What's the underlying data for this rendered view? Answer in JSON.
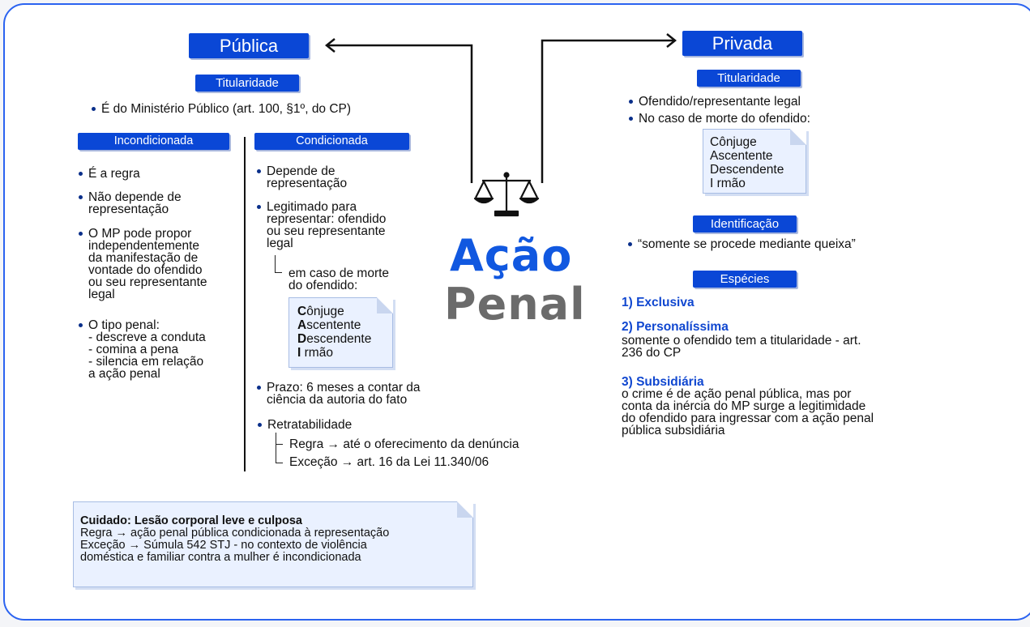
{
  "title": {
    "word1": "Ação",
    "word2": "Penal"
  },
  "publica": {
    "label": "Pública",
    "titularidade": {
      "label": "Titularidade",
      "item": "É do Ministério Público (art. 100, §1º, do CP)"
    },
    "incondicionada": {
      "label": "Incondicionada",
      "items": [
        "É a regra",
        "Não depende de\nrepresentação",
        "O MP pode propor\nindependentemente\nda manifestação de\nvontade do ofendido\nou seu representante\nlegal",
        "O tipo penal:\n- descreve a conduta\n- comina a pena\n- silencia em relação\na ação penal"
      ]
    },
    "condicionada": {
      "label": "Condicionada",
      "items": [
        "Depende de\nrepresentação",
        "Legitimado para\nrepresentar: ofendido\nou seu representante\nlegal"
      ],
      "sub_morte": "em caso de morte\ndo ofendido:",
      "cadi": [
        {
          "initial": "C",
          "rest": "ônjuge"
        },
        {
          "initial": "A",
          "rest": "scentente"
        },
        {
          "initial": "D",
          "rest": "escendente"
        },
        {
          "initial": "I",
          "rest": "rmão"
        }
      ],
      "prazo": "Prazo: 6 meses a contar da\nciência da autoria do fato",
      "retratabilidade": "Retratabilidade",
      "regra": "Regra → até o oferecimento da denúncia",
      "excecao": "Exceção → art. 16 da Lei 11.340/06"
    }
  },
  "privada": {
    "label": "Privada",
    "titularidade": {
      "label": "Titularidade",
      "items": [
        "Ofendido/representante legal",
        "No caso de morte do ofendido:"
      ],
      "cadi": [
        "Cônjuge",
        "Ascentente",
        "Descendente",
        "I rmão"
      ]
    },
    "identificacao": {
      "label": "Identificação",
      "item": "“somente se procede mediante queixa”"
    },
    "especies": {
      "label": "Espécies",
      "exclusiva": "1) Exclusiva",
      "personalissima": "2) Personalíssima",
      "personalissima_text": "somente o ofendido tem a titularidade - art.\n236 do CP",
      "subsidiaria": "3) Subsidiária",
      "subsidiaria_text": "o crime é de ação penal pública, mas por\nconta da inércia do MP surge a legitimidade\ndo ofendido para ingressar com a ação penal\npública subsidiária"
    }
  },
  "cuidado": {
    "title": "Cuidado: Lesão corporal leve e culposa",
    "regra": "Regra → ação penal pública condicionada à representação",
    "excecao": "Exceção → Súmula 542 STJ - no contexto de violência\ndoméstica e familiar contra a mulher é incondicionada"
  }
}
